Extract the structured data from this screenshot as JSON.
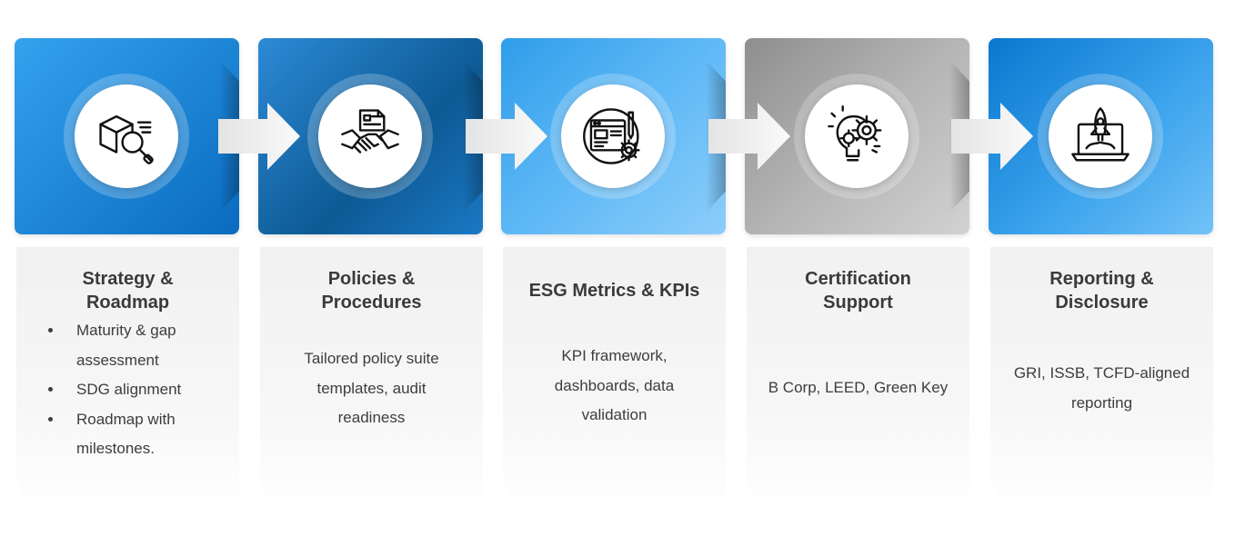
{
  "steps": [
    {
      "title": "Strategy & Roadmap",
      "icon": "box-magnifier-icon",
      "tile_gradient": [
        "#2f9cec",
        "#0b6fc2"
      ],
      "bullets": [
        "Maturity & gap assessment",
        "SDG alignment",
        "Roadmap with milestones."
      ]
    },
    {
      "title": "Policies & Procedures",
      "icon": "handshake-document-icon",
      "tile_gradient": [
        "#0f5d98",
        "#2c8ad8"
      ],
      "text": "Tailored policy suite templates, audit readiness"
    },
    {
      "title": "ESG Metrics & KPIs",
      "icon": "dashboard-gear-icon",
      "tile_gradient": [
        "#3aa8f1",
        "#7ec6f8"
      ],
      "text": "KPI framework, dashboards, data validation"
    },
    {
      "title": "Certification Support",
      "icon": "lightbulb-gear-icon",
      "tile_gradient": [
        "#9a9a9a",
        "#cfcfcf"
      ],
      "text": "B Corp, LEED, Green Key"
    },
    {
      "title": "Reporting & Disclosure",
      "icon": "rocket-laptop-icon",
      "tile_gradient": [
        "#0d7fd4",
        "#5cb5f2"
      ],
      "text": "GRI, ISSB, TCFD-aligned reporting"
    }
  ]
}
